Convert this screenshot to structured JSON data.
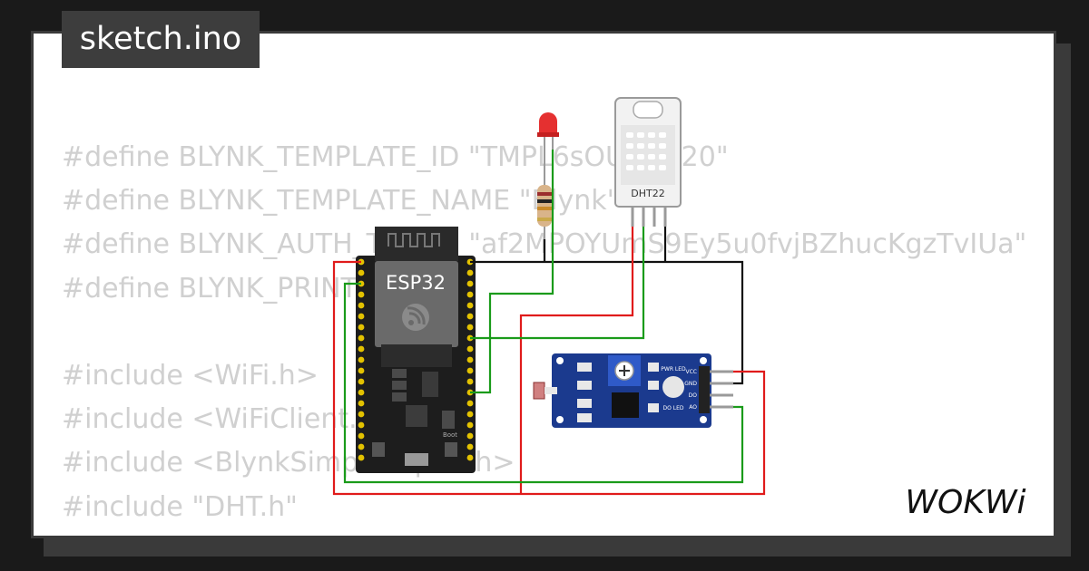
{
  "tab": {
    "title": "sketch.ino"
  },
  "code_lines": [
    "#define BLYNK_TEMPLATE_ID \"TMPL6sOUXXX20\"",
    "#define BLYNK_TEMPLATE_NAME \"Blynk\"",
    "#define BLYNK_AUTH_TOKEN \"af2MPOYUmS9Ey5u0fvjBZhucKgzTvIUa\"",
    "#define BLYNK_PRINT Serial",
    "",
    "#include <WiFi.h>",
    "#include <WiFiClient.h>",
    "#include <BlynkSimpleEsp32.h>",
    "#include \"DHT.h\""
  ],
  "components": {
    "esp32_label": "ESP32",
    "esp32_boot_label": "Boot",
    "dht_label": "DHT22",
    "module_pins": [
      "VCC",
      "GND",
      "DO",
      "AO"
    ],
    "module_leds": [
      "PWR LED",
      "DO LED"
    ]
  },
  "brand": {
    "logo_text": "WOKWi"
  },
  "colors": {
    "wire_red": "#e01b1b",
    "wire_green": "#1a9b1a",
    "wire_black": "#111111",
    "board": "#1d1d1d",
    "module": "#1b3a8e"
  }
}
